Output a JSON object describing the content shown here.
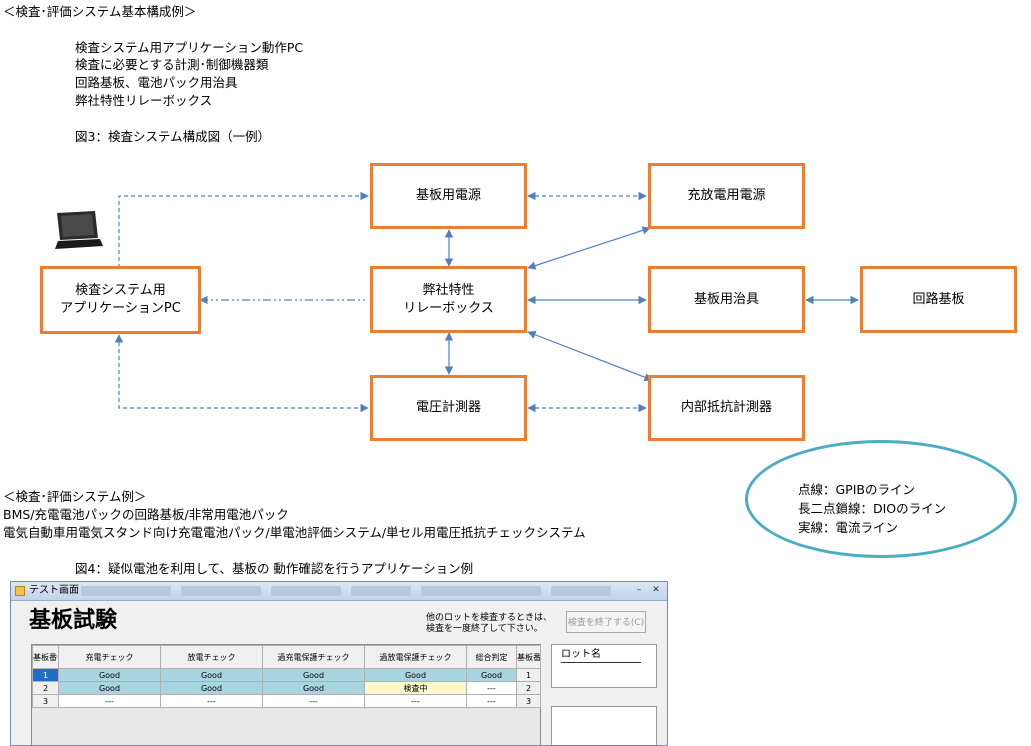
{
  "header": {
    "section_title": "＜検査･評価システム基本構成例＞",
    "components": [
      "検査システム用アプリケーション動作PC",
      "検査に必要とする計測･制御機器類",
      "回路基板、電池パック用治具",
      "弊社特性リレーボックス"
    ],
    "figure3_caption": "図3：検査システム構成図（一例）"
  },
  "diagram": {
    "pc_line1": "検査システム用",
    "pc_line2": "アプリケーションPC",
    "board_power": "基板用電源",
    "charge_power": "充放電用電源",
    "relay_line1": "弊社特性",
    "relay_line2": "リレーボックス",
    "board_jig": "基板用治具",
    "circuit_board": "回路基板",
    "voltmeter": "電圧計測器",
    "resistance_meter": "内部抵抗計測器",
    "colors": {
      "box_border": "#ed7d31",
      "line": "#4f81bd",
      "legend_border": "#4bacc6"
    }
  },
  "legend": {
    "dotted": "点線：GPIBのライン",
    "dash_dot_dot": "長二点鎖線：DIOのライン",
    "solid": "実線：電流ライン"
  },
  "examples": {
    "section_title": "＜検査･評価システム例＞",
    "line1": "BMS/充電電池パックの回路基板/非常用電池パック",
    "line2": "電気自動車用電気スタンド向け充電電池パック/単電池評価システム/単セル用電圧抵抗チェックシステム",
    "figure4_caption": "図4：疑似電池を利用して、基板の 動作確認を行うアプリケーション例"
  },
  "app": {
    "window_title": "テスト画面",
    "title": "基板試験",
    "note_line1": "他のロットを検査するときは、",
    "note_line2": "検査を一度終了して下さい。",
    "end_button": "検査を終了する(C)",
    "lot_label": "ロット名",
    "columns": [
      "基板番号",
      "充電チェック",
      "放電チェック",
      "過充電保護チェック",
      "過放電保護チェック",
      "総合判定",
      "基板番号"
    ],
    "rows": [
      [
        "1",
        "Good",
        "Good",
        "Good",
        "Good",
        "Good",
        "1"
      ],
      [
        "2",
        "Good",
        "Good",
        "Good",
        "検査中",
        "---",
        "2"
      ],
      [
        "3",
        "---",
        "---",
        "---",
        "---",
        "---",
        "3"
      ]
    ]
  }
}
